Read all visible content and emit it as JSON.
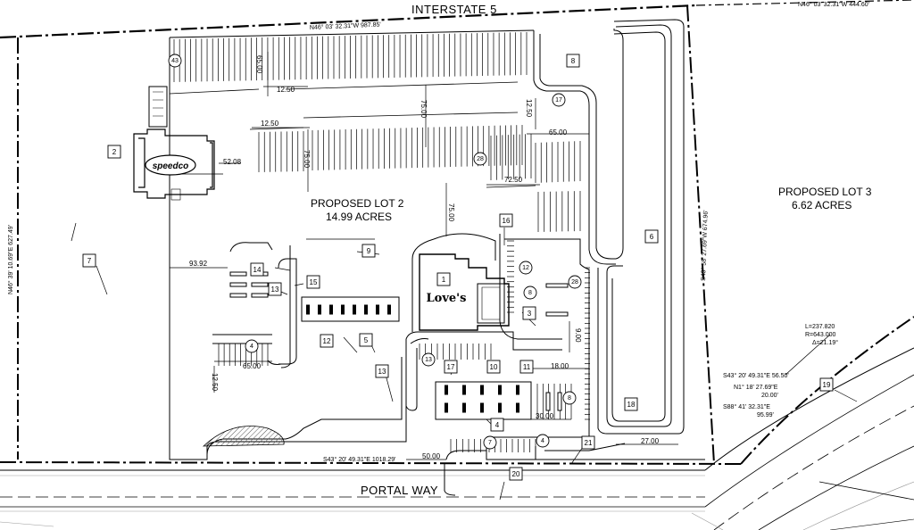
{
  "roads": {
    "interstate": "INTERSTATE 5",
    "portal_way": "PORTAL WAY"
  },
  "lots": {
    "lot2_name": "PROPOSED LOT 2",
    "lot2_area": "14.99 ACRES",
    "lot3_name": "PROPOSED LOT 3",
    "lot3_area": "6.62 ACRES"
  },
  "brands": {
    "speedco": "speedco",
    "loves": "Love's"
  },
  "bearings": {
    "top_left": "N46° 03' 32.31\"W  987.85'",
    "top_right": "N46° 03' 32.31\"W  444.60'",
    "left": "N46° 39' 10.69\"E  627.49'",
    "right": "S43° 58' 27.69\"W  674.96'",
    "bottom": "S43° 20' 49.31\"E  1018.29'",
    "curve_l": "L=237.820",
    "curve_r": "R=643.000",
    "curve_d": "Δ=21.19°",
    "seg1": "S43° 20' 49.31\"E  56.50'",
    "seg2": "N1° 18' 27.69\"E",
    "seg2_len": "20.00'",
    "seg3": "S88° 41' 32.31\"E",
    "seg3_len": "95.99'"
  },
  "dimensions": {
    "d65_top": "65.00",
    "d12_50_a": "12.50",
    "d12_50_b": "12.50",
    "d75_a": "75.00",
    "d75_b": "75.00",
    "d75_c": "75.00",
    "d52_08": "52.08",
    "d12_50_c": "12.50",
    "d65_mid": "65.00",
    "d72_50": "72.50",
    "d93_92": "93.92",
    "d65_bot": "65.00",
    "d12_50_d": "12.50",
    "d9_00": "9.00",
    "d18_00": "18.00",
    "d30_00": "30.00",
    "d27_00": "27.00",
    "d50_00": "50.00"
  },
  "callouts": {
    "square": {
      "c1": "1",
      "c2": "2",
      "c3": "3",
      "c4": "4",
      "c5": "5",
      "c6": "6",
      "c7": "7",
      "c8": "8",
      "c9": "9",
      "c10": "10",
      "c11": "11",
      "c12": "12",
      "c13a": "13",
      "c13b": "13",
      "c14": "14",
      "c15": "15",
      "c16": "16",
      "c17": "17",
      "c18": "18",
      "c19": "19",
      "c20": "20",
      "c21": "21"
    },
    "circle": {
      "k43": "43",
      "k28a": "28",
      "k28b": "28",
      "k17": "17",
      "k12": "12",
      "k8a": "8",
      "k8b": "8",
      "k4a": "4",
      "k4b": "4",
      "k7": "7",
      "k13": "13"
    }
  },
  "colors": {
    "line": "#000000",
    "road_edge": "#9a9a9a",
    "hatch": "#555555"
  }
}
